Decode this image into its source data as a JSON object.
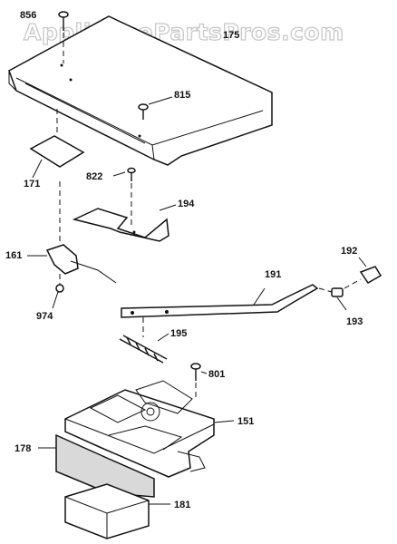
{
  "watermark": "AppliancePartsPros.com",
  "parts": {
    "p856": "856",
    "p175": "175",
    "p815": "815",
    "p171": "171",
    "p822": "822",
    "p194": "194",
    "p161": "161",
    "p974": "974",
    "p192": "192",
    "p191": "191",
    "p193": "193",
    "p195": "195",
    "p801": "801",
    "p151": "151",
    "p178": "178",
    "p181": "181"
  }
}
